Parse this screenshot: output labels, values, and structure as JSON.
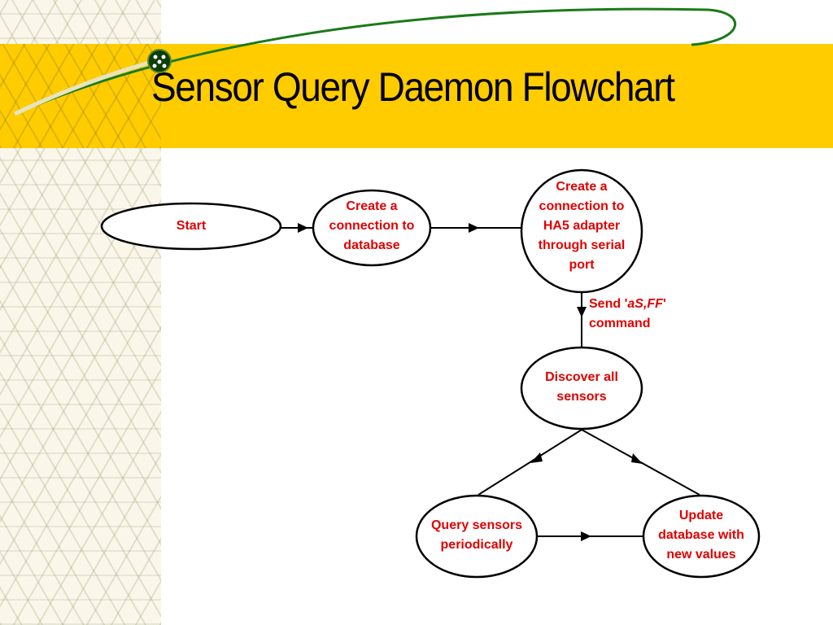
{
  "title": "Sensor Query Daemon Flowchart",
  "colors": {
    "title_band": "#ffcc00",
    "node_text": "#e00000",
    "swoosh": "#1a7a1a",
    "node_stroke": "#000000"
  },
  "nodes": {
    "start": {
      "label": "Start"
    },
    "db_connection": {
      "line1": "Create a",
      "line2": "connection to",
      "line3": "database"
    },
    "ha5_connection": {
      "line1": "Create a",
      "line2": "connection to",
      "line3": "HA5 adapter",
      "line4": "through serial",
      "line5": "port"
    },
    "discover": {
      "line1": "Discover all",
      "line2": "sensors"
    },
    "query": {
      "line1": "Query sensors",
      "line2": "periodically"
    },
    "update": {
      "line1": "Update",
      "line2": "database with",
      "line3": "new values"
    }
  },
  "edges": {
    "send_command": {
      "prefix": "Send '",
      "command": "aS,FF",
      "suffix": "'",
      "line2": "command"
    }
  }
}
